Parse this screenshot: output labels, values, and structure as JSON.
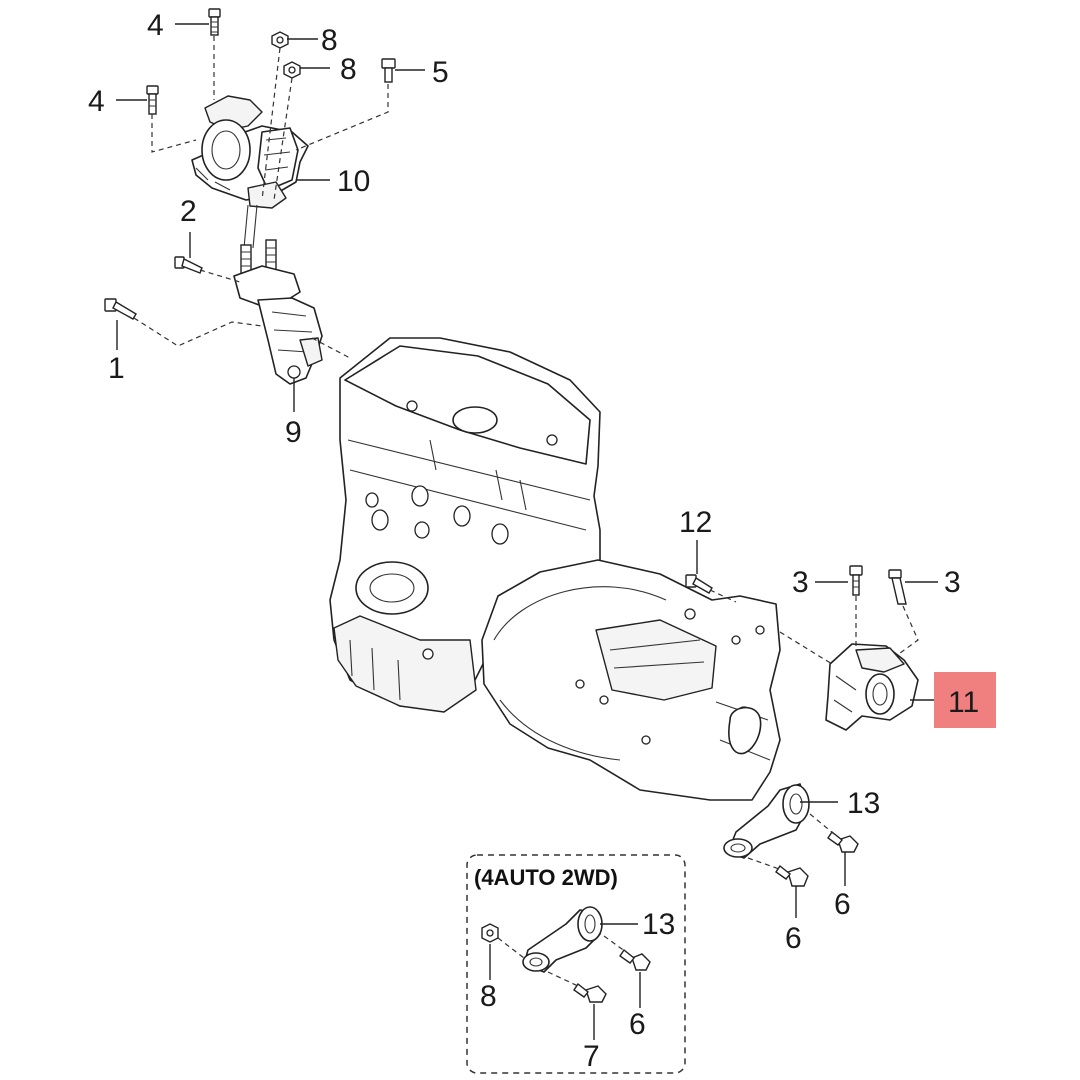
{
  "callouts": {
    "c1": "1",
    "c2": "2",
    "c3a": "3",
    "c3b": "3",
    "c4a": "4",
    "c4b": "4",
    "c5": "5",
    "c6a": "6",
    "c6b": "6",
    "c6c": "6",
    "c7": "7",
    "c8a": "8",
    "c8b": "8",
    "c8c": "8",
    "c9": "9",
    "c10": "10",
    "c11": "11",
    "c12": "12",
    "c13a": "13",
    "c13b": "13"
  },
  "highlight": {
    "part": "11",
    "color": "#f08080"
  },
  "inset": {
    "title": "(4AUTO 2WD)"
  },
  "colors": {
    "line": "#222222",
    "background": "#ffffff",
    "highlight": "#f08080"
  }
}
